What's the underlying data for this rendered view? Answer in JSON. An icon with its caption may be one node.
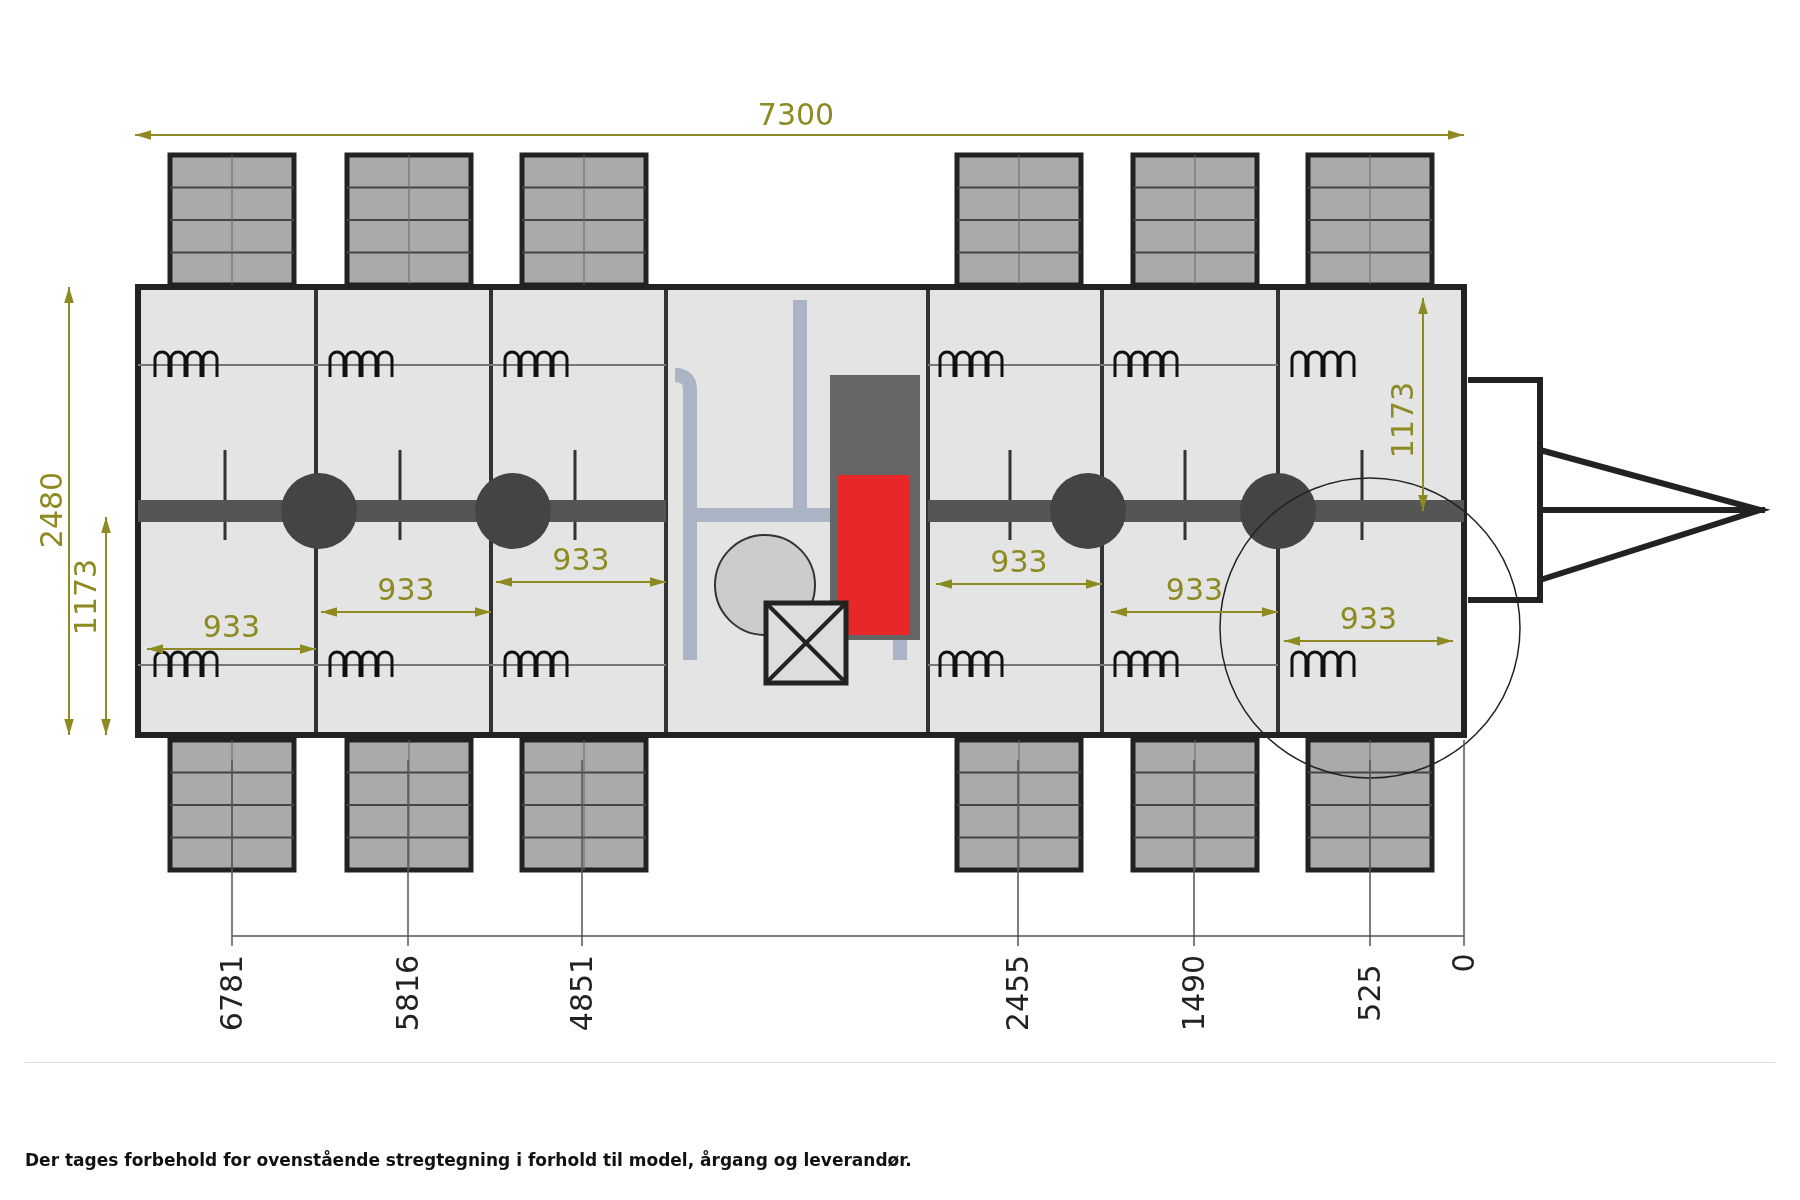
{
  "diagram": {
    "caption": "Der tages forbehold for ovenstående stregtegning i forhold til model, årgang og leverandør.",
    "labels": [
      "7300",
      "2480",
      "1173",
      "1173",
      "933",
      "933",
      "933",
      "933",
      "933",
      "933",
      "6781",
      "5816",
      "4851",
      "2455",
      "1490",
      "525",
      "0"
    ]
  }
}
